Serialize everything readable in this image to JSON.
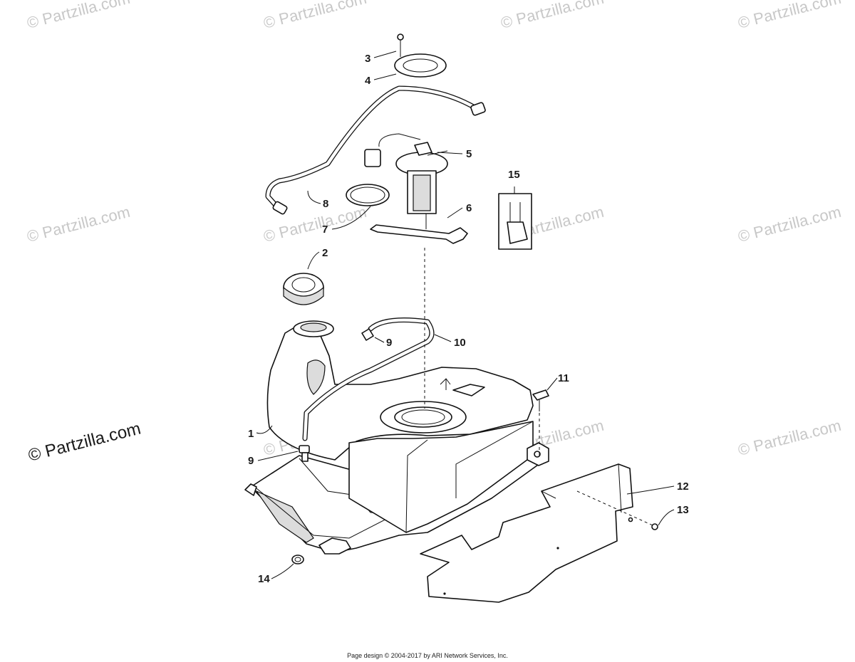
{
  "watermark": {
    "text": "© Partzilla.com",
    "featured_text": "© Partzilla.com"
  },
  "callouts": [
    {
      "id": "c1",
      "label": "1"
    },
    {
      "id": "c2",
      "label": "2"
    },
    {
      "id": "c3",
      "label": "3"
    },
    {
      "id": "c4",
      "label": "4"
    },
    {
      "id": "c5",
      "label": "5"
    },
    {
      "id": "c6",
      "label": "6"
    },
    {
      "id": "c7",
      "label": "7"
    },
    {
      "id": "c8",
      "label": "8"
    },
    {
      "id": "c9a",
      "label": "9"
    },
    {
      "id": "c9b",
      "label": "9"
    },
    {
      "id": "c10",
      "label": "10"
    },
    {
      "id": "c11",
      "label": "11"
    },
    {
      "id": "c12",
      "label": "12"
    },
    {
      "id": "c13",
      "label": "13"
    },
    {
      "id": "c14",
      "label": "14"
    },
    {
      "id": "c15",
      "label": "15"
    }
  ],
  "footer": {
    "text": "Page design © 2004-2017 by ARI Network Services, Inc."
  }
}
